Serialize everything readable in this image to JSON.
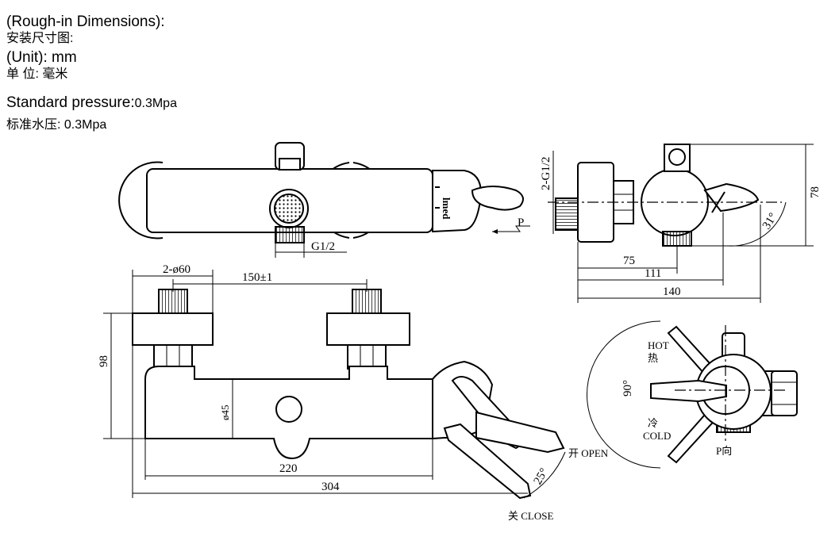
{
  "header": {
    "title_en": "(Rough-in Dimensions):",
    "title_cn": "安装尺寸图:",
    "unit_en": "(Unit): mm",
    "unit_cn": "单 位: 毫米",
    "pressure_en_label": "Standard pressure:",
    "pressure_en_value": "0.3Mpa",
    "pressure_cn": "标准水压: 0.3Mpa"
  },
  "top_view": {
    "brand": "lmed",
    "thread_label": "G1/2",
    "direction_label": "P"
  },
  "side_view": {
    "thread_label": "2-G1/2",
    "height": "78",
    "angle": "31°",
    "dim_75": "75",
    "dim_111": "111",
    "dim_140": "140"
  },
  "front_view": {
    "inlet_dia": "2-ø60",
    "spacing": "150±1",
    "height": "98",
    "body_dia": "ø45",
    "length_220": "220",
    "length_304": "304",
    "angle": "25°",
    "open_label": "开 OPEN",
    "close_label": "关 CLOSE"
  },
  "p_view": {
    "hot_en": "HOT",
    "hot_cn": "热",
    "cold_cn": "冷",
    "cold_en": "COLD",
    "angle": "90°",
    "direction": "P向"
  }
}
